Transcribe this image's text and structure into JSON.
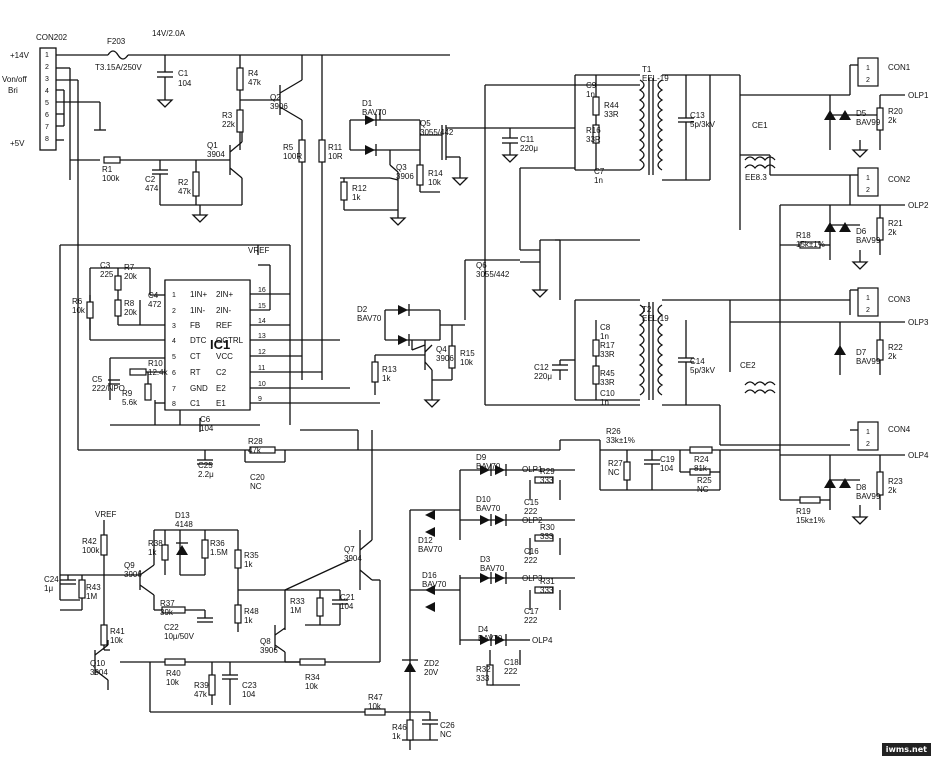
{
  "connector_main": {
    "ref": "CON202",
    "pins": [
      "1",
      "2",
      "3",
      "4",
      "5",
      "6",
      "7",
      "8"
    ],
    "signals": [
      "+14V",
      "Von/off",
      "Bri",
      "+5V"
    ]
  },
  "input": {
    "fuse_ref": "F203",
    "fuse_value": "T3.15A/250V",
    "rail": "14V/2.0A",
    "cap_ref": "C1",
    "cap_value": "104"
  },
  "ic": {
    "ref": "IC1",
    "pins_left": [
      {
        "n": "1",
        "l": "1IN+"
      },
      {
        "n": "2",
        "l": "1IN-"
      },
      {
        "n": "3",
        "l": "FB"
      },
      {
        "n": "4",
        "l": "DTC"
      },
      {
        "n": "5",
        "l": "CT"
      },
      {
        "n": "6",
        "l": "RT"
      },
      {
        "n": "7",
        "l": "GND"
      },
      {
        "n": "8",
        "l": "C1"
      }
    ],
    "pins_right": [
      {
        "n": "16",
        "l": "2IN+"
      },
      {
        "n": "15",
        "l": "2IN-"
      },
      {
        "n": "14",
        "l": "REF"
      },
      {
        "n": "13",
        "l": "OCTRL"
      },
      {
        "n": "12",
        "l": "VCC"
      },
      {
        "n": "11",
        "l": "C2"
      },
      {
        "n": "10",
        "l": "E2"
      },
      {
        "n": "9",
        "l": "E1"
      }
    ]
  },
  "vref": "VREF",
  "parts": [
    {
      "ref": "R4",
      "val": "47k"
    },
    {
      "ref": "R3",
      "val": "22k"
    },
    {
      "ref": "Q2",
      "val": "3906"
    },
    {
      "ref": "R5",
      "val": "100R"
    },
    {
      "ref": "R11",
      "val": "10R"
    },
    {
      "ref": "Q1",
      "val": "3904"
    },
    {
      "ref": "R1",
      "val": "100k"
    },
    {
      "ref": "C2",
      "val": "474"
    },
    {
      "ref": "R2",
      "val": "47k"
    },
    {
      "ref": "D1",
      "val": "BAV70"
    },
    {
      "ref": "Q5",
      "val": "3055/442"
    },
    {
      "ref": "Q3",
      "val": "3906"
    },
    {
      "ref": "R12",
      "val": "1k"
    },
    {
      "ref": "R14",
      "val": "10k"
    },
    {
      "ref": "C11",
      "val": "220μ"
    },
    {
      "ref": "C9",
      "val": "1n"
    },
    {
      "ref": "R44",
      "val": "33R"
    },
    {
      "ref": "R16",
      "val": "33R"
    },
    {
      "ref": "C7",
      "val": "1n"
    },
    {
      "ref": "T1",
      "val": "EEL-19"
    },
    {
      "ref": "C13",
      "val": "5p/3kV"
    },
    {
      "ref": "CE1",
      "val": ""
    },
    {
      "ref": "EE8.3",
      "val": ""
    },
    {
      "ref": "D5",
      "val": "BAV99"
    },
    {
      "ref": "R20",
      "val": "2k"
    },
    {
      "ref": "D6",
      "val": "BAV99"
    },
    {
      "ref": "R21",
      "val": "2k"
    },
    {
      "ref": "R18",
      "val": "15k±1%"
    },
    {
      "ref": "C3",
      "val": "225"
    },
    {
      "ref": "R7",
      "val": "20k"
    },
    {
      "ref": "R6",
      "val": "10k"
    },
    {
      "ref": "R8",
      "val": "20k"
    },
    {
      "ref": "C4",
      "val": "472"
    },
    {
      "ref": "C5",
      "val": "222/NPO"
    },
    {
      "ref": "R10",
      "val": "12.4k"
    },
    {
      "ref": "R9",
      "val": "5.6k"
    },
    {
      "ref": "C6",
      "val": "104"
    },
    {
      "ref": "D2",
      "val": "BAV70"
    },
    {
      "ref": "Q4",
      "val": "3906"
    },
    {
      "ref": "R13",
      "val": "1k"
    },
    {
      "ref": "R15",
      "val": "10k"
    },
    {
      "ref": "Q6",
      "val": "3055/442"
    },
    {
      "ref": "C12",
      "val": "220μ"
    },
    {
      "ref": "C8",
      "val": "1n"
    },
    {
      "ref": "R17",
      "val": "33R"
    },
    {
      "ref": "R45",
      "val": "33R"
    },
    {
      "ref": "C10",
      "val": "1n"
    },
    {
      "ref": "T2",
      "val": "EEL-19"
    },
    {
      "ref": "C14",
      "val": "5p/3kV"
    },
    {
      "ref": "CE2",
      "val": ""
    },
    {
      "ref": "D7",
      "val": "BAV99"
    },
    {
      "ref": "R22",
      "val": "2k"
    },
    {
      "ref": "D8",
      "val": "BAV99"
    },
    {
      "ref": "R23",
      "val": "2k"
    },
    {
      "ref": "R19",
      "val": "15k±1%"
    },
    {
      "ref": "R28",
      "val": "47k"
    },
    {
      "ref": "C25",
      "val": "2.2μ"
    },
    {
      "ref": "C20",
      "val": "NC"
    },
    {
      "ref": "R26",
      "val": "33k±1%"
    },
    {
      "ref": "R27",
      "val": "NC"
    },
    {
      "ref": "C19",
      "val": "104"
    },
    {
      "ref": "R24",
      "val": "81k"
    },
    {
      "ref": "R25",
      "val": "NC"
    },
    {
      "ref": "D9",
      "val": "BAV70"
    },
    {
      "ref": "R29",
      "val": "333"
    },
    {
      "ref": "C15",
      "val": "222"
    },
    {
      "ref": "D10",
      "val": "BAV70"
    },
    {
      "ref": "R30",
      "val": "333"
    },
    {
      "ref": "C16",
      "val": "222"
    },
    {
      "ref": "D12",
      "val": "BAV70"
    },
    {
      "ref": "D3",
      "val": "BAV70"
    },
    {
      "ref": "R31",
      "val": "333"
    },
    {
      "ref": "C17",
      "val": "222"
    },
    {
      "ref": "D16",
      "val": "BAV70"
    },
    {
      "ref": "D4",
      "val": "BAV70"
    },
    {
      "ref": "R32",
      "val": "333"
    },
    {
      "ref": "C18",
      "val": "222"
    },
    {
      "ref": "ZD2",
      "val": "20V"
    },
    {
      "ref": "R42",
      "val": "100k"
    },
    {
      "ref": "C24",
      "val": "1μ"
    },
    {
      "ref": "R43",
      "val": "1M"
    },
    {
      "ref": "Q9",
      "val": "3906"
    },
    {
      "ref": "R38",
      "val": "1k"
    },
    {
      "ref": "D13",
      "val": "4148"
    },
    {
      "ref": "R36",
      "val": "1.5M"
    },
    {
      "ref": "R37",
      "val": "39k"
    },
    {
      "ref": "C22",
      "val": "10μ/50V"
    },
    {
      "ref": "R35",
      "val": "1k"
    },
    {
      "ref": "R48",
      "val": "1k"
    },
    {
      "ref": "R33",
      "val": "1M"
    },
    {
      "ref": "C21",
      "val": "104"
    },
    {
      "ref": "Q8",
      "val": "3906"
    },
    {
      "ref": "R34",
      "val": "10k"
    },
    {
      "ref": "Q7",
      "val": "3904"
    },
    {
      "ref": "R41",
      "val": "10k"
    },
    {
      "ref": "Q10",
      "val": "3904"
    },
    {
      "ref": "R40",
      "val": "10k"
    },
    {
      "ref": "R39",
      "val": "47k"
    },
    {
      "ref": "C23",
      "val": "104"
    },
    {
      "ref": "R47",
      "val": "10k"
    },
    {
      "ref": "R46",
      "val": "1k"
    },
    {
      "ref": "C26",
      "val": "NC"
    }
  ],
  "outputs": {
    "con1": "CON1",
    "con2": "CON2",
    "con3": "CON3",
    "con4": "CON4",
    "olp1": "OLP1",
    "olp2": "OLP2",
    "olp3": "OLP3",
    "olp4": "OLP4"
  },
  "watermark": "iwms.net"
}
